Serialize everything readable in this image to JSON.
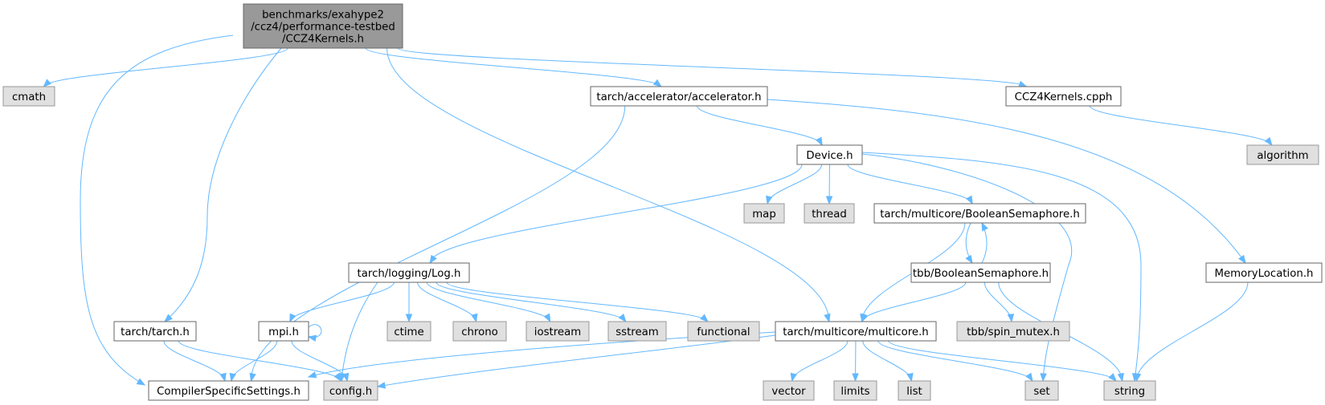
{
  "nodes": {
    "root": {
      "lines": [
        "benchmarks/exahype2",
        "/ccz4/performance-testbed",
        "/CCZ4Kernels.h"
      ],
      "kind": "root"
    },
    "cmath": {
      "label": "cmath",
      "kind": "ext"
    },
    "accelerator": {
      "label": "tarch/accelerator/accelerator.h",
      "kind": "normal"
    },
    "cpph": {
      "label": "CCZ4Kernels.cpph",
      "kind": "normal"
    },
    "algorithm": {
      "label": "algorithm",
      "kind": "ext"
    },
    "device": {
      "label": "Device.h",
      "kind": "normal"
    },
    "map": {
      "label": "map",
      "kind": "ext"
    },
    "thread": {
      "label": "thread",
      "kind": "ext"
    },
    "boolsem": {
      "label": "tarch/multicore/BooleanSemaphore.h",
      "kind": "normal"
    },
    "tbbbool": {
      "label": "tbb/BooleanSemaphore.h",
      "kind": "normal"
    },
    "memloc": {
      "label": "MemoryLocation.h",
      "kind": "normal"
    },
    "log": {
      "label": "tarch/logging/Log.h",
      "kind": "normal"
    },
    "tarch": {
      "label": "tarch/tarch.h",
      "kind": "normal"
    },
    "mpi": {
      "label": "mpi.h",
      "kind": "normal"
    },
    "ctime": {
      "label": "ctime",
      "kind": "ext"
    },
    "chrono": {
      "label": "chrono",
      "kind": "ext"
    },
    "iostream": {
      "label": "iostream",
      "kind": "ext"
    },
    "sstream": {
      "label": "sstream",
      "kind": "ext"
    },
    "functional": {
      "label": "functional",
      "kind": "ext"
    },
    "multicore": {
      "label": "tarch/multicore/multicore.h",
      "kind": "normal"
    },
    "spinmutex": {
      "label": "tbb/spin_mutex.h",
      "kind": "ext"
    },
    "compiler": {
      "label": "CompilerSpecificSettings.h",
      "kind": "normal"
    },
    "config": {
      "label": "config.h",
      "kind": "ext"
    },
    "vector": {
      "label": "vector",
      "kind": "ext"
    },
    "limits": {
      "label": "limits",
      "kind": "ext"
    },
    "list": {
      "label": "list",
      "kind": "ext"
    },
    "set": {
      "label": "set",
      "kind": "ext"
    },
    "string": {
      "label": "string",
      "kind": "ext"
    }
  },
  "edges": [
    [
      "root",
      "cmath"
    ],
    [
      "root",
      "compiler"
    ],
    [
      "root",
      "tarch"
    ],
    [
      "root",
      "multicore"
    ],
    [
      "root",
      "accelerator"
    ],
    [
      "root",
      "cpph"
    ],
    [
      "cpph",
      "algorithm"
    ],
    [
      "accelerator",
      "compiler"
    ],
    [
      "accelerator",
      "device"
    ],
    [
      "accelerator",
      "memloc"
    ],
    [
      "device",
      "log"
    ],
    [
      "device",
      "map"
    ],
    [
      "device",
      "thread"
    ],
    [
      "device",
      "boolsem"
    ],
    [
      "device",
      "set"
    ],
    [
      "device",
      "string"
    ],
    [
      "boolsem",
      "multicore"
    ],
    [
      "boolsem",
      "tbbbool"
    ],
    [
      "tbbbool",
      "boolsem"
    ],
    [
      "tbbbool",
      "multicore"
    ],
    [
      "tbbbool",
      "spinmutex"
    ],
    [
      "tbbbool",
      "string"
    ],
    [
      "memloc",
      "string"
    ],
    [
      "log",
      "mpi"
    ],
    [
      "log",
      "config"
    ],
    [
      "log",
      "ctime"
    ],
    [
      "log",
      "chrono"
    ],
    [
      "log",
      "iostream"
    ],
    [
      "log",
      "sstream"
    ],
    [
      "log",
      "functional"
    ],
    [
      "tarch",
      "compiler"
    ],
    [
      "tarch",
      "config"
    ],
    [
      "mpi",
      "mpi"
    ],
    [
      "mpi",
      "compiler"
    ],
    [
      "mpi",
      "config"
    ],
    [
      "multicore",
      "compiler"
    ],
    [
      "multicore",
      "config"
    ],
    [
      "multicore",
      "vector"
    ],
    [
      "multicore",
      "limits"
    ],
    [
      "multicore",
      "list"
    ],
    [
      "multicore",
      "set"
    ],
    [
      "multicore",
      "string"
    ]
  ]
}
